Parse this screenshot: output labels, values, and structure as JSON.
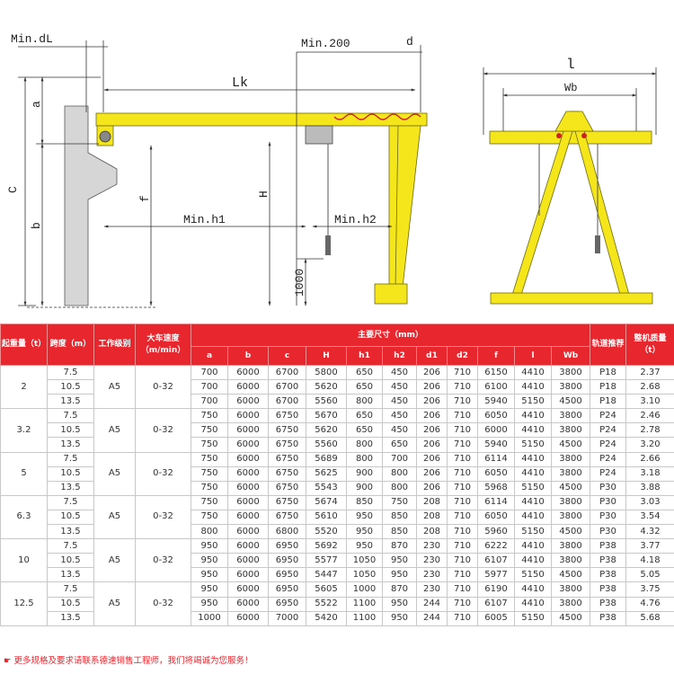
{
  "diagram": {
    "labels": {
      "min_dl": "Min.dL",
      "min_200": "Min.200",
      "d": "d",
      "lk": "Lk",
      "a": "a",
      "c": "C",
      "b": "b",
      "f": "f",
      "h": "H",
      "min_h1": "Min.h1",
      "min_h2": "Min.h2",
      "h_1000": "1000",
      "l": "l",
      "wb": "Wb"
    },
    "colors": {
      "frame": "#f5e61c",
      "accent": "#e8262e"
    }
  },
  "table": {
    "headers": {
      "capacity": "起重量（t）",
      "span": "跨度（m）",
      "work_class": "工作级别",
      "travel_speed": "大车速度（m/min）",
      "main_dims": "主要尺寸（mm）",
      "rail": "轨道推荐",
      "weight": "整机质量（t）",
      "sub": [
        "a",
        "b",
        "c",
        "H",
        "h1",
        "h2",
        "d1",
        "d2",
        "f",
        "l",
        "Wb"
      ]
    },
    "groups": [
      {
        "capacity": "2",
        "work_class": "A5",
        "speed": "0-32",
        "rows": [
          [
            "7.5",
            "700",
            "6000",
            "6700",
            "5800",
            "650",
            "450",
            "206",
            "710",
            "6150",
            "4410",
            "3800",
            "P18",
            "2.37"
          ],
          [
            "10.5",
            "700",
            "6000",
            "6700",
            "5620",
            "650",
            "450",
            "206",
            "710",
            "6100",
            "4410",
            "3800",
            "P18",
            "2.68"
          ],
          [
            "13.5",
            "700",
            "6000",
            "6700",
            "5560",
            "800",
            "450",
            "206",
            "710",
            "5940",
            "5150",
            "4500",
            "P18",
            "3.10"
          ]
        ]
      },
      {
        "capacity": "3.2",
        "work_class": "A5",
        "speed": "0-32",
        "rows": [
          [
            "7.5",
            "750",
            "6000",
            "6750",
            "5670",
            "650",
            "450",
            "206",
            "710",
            "6050",
            "4410",
            "3800",
            "P24",
            "2.46"
          ],
          [
            "10.5",
            "750",
            "6000",
            "6750",
            "5620",
            "650",
            "450",
            "206",
            "710",
            "6000",
            "4410",
            "3800",
            "P24",
            "2.78"
          ],
          [
            "13.5",
            "750",
            "6000",
            "6750",
            "5560",
            "800",
            "650",
            "206",
            "710",
            "5940",
            "5150",
            "4500",
            "P24",
            "3.20"
          ]
        ]
      },
      {
        "capacity": "5",
        "work_class": "A5",
        "speed": "0-32",
        "rows": [
          [
            "7.5",
            "750",
            "6000",
            "6750",
            "5689",
            "800",
            "700",
            "206",
            "710",
            "6114",
            "4410",
            "3800",
            "P24",
            "2.66"
          ],
          [
            "10.5",
            "750",
            "6000",
            "6750",
            "5625",
            "900",
            "800",
            "206",
            "710",
            "6050",
            "4410",
            "3800",
            "P24",
            "3.18"
          ],
          [
            "13.5",
            "750",
            "6000",
            "6750",
            "5543",
            "900",
            "800",
            "206",
            "710",
            "5968",
            "5150",
            "4500",
            "P30",
            "3.88"
          ]
        ]
      },
      {
        "capacity": "6.3",
        "work_class": "A5",
        "speed": "0-32",
        "rows": [
          [
            "7.5",
            "750",
            "6000",
            "6750",
            "5674",
            "850",
            "750",
            "208",
            "710",
            "6114",
            "4410",
            "3800",
            "P30",
            "3.03"
          ],
          [
            "10.5",
            "750",
            "6000",
            "6750",
            "5610",
            "950",
            "850",
            "208",
            "710",
            "6050",
            "4410",
            "3800",
            "P30",
            "3.54"
          ],
          [
            "13.5",
            "800",
            "6000",
            "6800",
            "5520",
            "950",
            "850",
            "208",
            "710",
            "5960",
            "5150",
            "4500",
            "P30",
            "4.32"
          ]
        ]
      },
      {
        "capacity": "10",
        "work_class": "A5",
        "speed": "0-32",
        "rows": [
          [
            "7.5",
            "950",
            "6000",
            "6950",
            "5692",
            "950",
            "870",
            "230",
            "710",
            "6222",
            "4410",
            "3800",
            "P38",
            "3.77"
          ],
          [
            "10.5",
            "950",
            "6000",
            "6950",
            "5577",
            "1050",
            "950",
            "230",
            "710",
            "6107",
            "4410",
            "3800",
            "P38",
            "4.18"
          ],
          [
            "13.5",
            "950",
            "6000",
            "6950",
            "5447",
            "1050",
            "950",
            "230",
            "710",
            "5977",
            "5150",
            "4500",
            "P38",
            "5.05"
          ]
        ]
      },
      {
        "capacity": "12.5",
        "work_class": "A5",
        "speed": "0-32",
        "rows": [
          [
            "7.5",
            "950",
            "6000",
            "6950",
            "5605",
            "1000",
            "870",
            "230",
            "710",
            "6190",
            "4410",
            "3800",
            "P38",
            "3.75"
          ],
          [
            "10.5",
            "950",
            "6000",
            "6950",
            "5522",
            "1100",
            "950",
            "244",
            "710",
            "6107",
            "4410",
            "3800",
            "P38",
            "4.76"
          ],
          [
            "13.5",
            "1000",
            "6000",
            "7000",
            "5420",
            "1100",
            "950",
            "244",
            "710",
            "6005",
            "5150",
            "4500",
            "P38",
            "5.68"
          ]
        ]
      }
    ]
  },
  "footnote": "更多规格及要求请联系德速销售工程师，我们将竭诚为您服务！"
}
